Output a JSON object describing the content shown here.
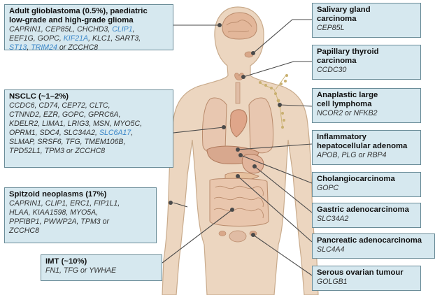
{
  "colors": {
    "body_fill": "#ecd6c0",
    "body_stroke": "#c9ab8c",
    "box_fill": "#d6e8ef",
    "box_border": "#6a8c98",
    "leader_line": "#4a4a4a",
    "highlight_gene": "#3a86c8",
    "lymph": "#c9b070"
  },
  "callouts": {
    "glioma": {
      "title_line1": "Adult glioblastoma (0.5%), paediatric",
      "title_line2": "low-grade and high-grade glioma",
      "genes": [
        {
          "text": "CAPRIN1, CEP85L, CHCHD3, ",
          "hl": false
        },
        {
          "text": "CLIP1",
          "hl": true
        },
        {
          "text": ",",
          "hl": false
        },
        {
          "br": true
        },
        {
          "text": "EEF1G, GOPC, ",
          "hl": false
        },
        {
          "text": "KIF21A",
          "hl": true
        },
        {
          "text": ", KLC1, SART3,",
          "hl": false
        },
        {
          "br": true
        },
        {
          "text": "ST13",
          "hl": true
        },
        {
          "text": ", ",
          "hl": false
        },
        {
          "text": "TRIM24",
          "hl": true
        },
        {
          "text": " or ZCCHC8",
          "hl": false
        }
      ]
    },
    "nsclc": {
      "title": "NSCLC (~1–2%)",
      "genes": [
        {
          "text": "CCDC6, CD74, CEP72, CLTC,",
          "hl": false
        },
        {
          "br": true
        },
        {
          "text": "CTNND2, EZR, GOPC, GPRC6A,",
          "hl": false
        },
        {
          "br": true
        },
        {
          "text": "KDELR2, LIMA1, LRIG3, MSN, MYO5C,",
          "hl": false
        },
        {
          "br": true
        },
        {
          "text": "OPRM1, SDC4, SLC34A2, ",
          "hl": false
        },
        {
          "text": "SLC6A17",
          "hl": true
        },
        {
          "text": ",",
          "hl": false
        },
        {
          "br": true
        },
        {
          "text": "SLMAP, SRSF6, TFG, TMEM106B,",
          "hl": false
        },
        {
          "br": true
        },
        {
          "text": "TPD52L1, TPM3 or ZCCHC8",
          "hl": false
        }
      ]
    },
    "spitzoid": {
      "title": "Spitzoid neoplasms (17%)",
      "genes": [
        {
          "text": "CAPRIN1, CLIP1, ERC1, FIP1L1,",
          "hl": false
        },
        {
          "br": true
        },
        {
          "text": "HLAA, KIAA1598, MYO5A,",
          "hl": false
        },
        {
          "br": true
        },
        {
          "text": "PPFIBP1, PWWP2A, TPM3 or",
          "hl": false
        },
        {
          "br": true
        },
        {
          "text": "ZCCHC8",
          "hl": false
        }
      ]
    },
    "imt": {
      "title": "IMT (~10%)",
      "genes": [
        {
          "text": "FN1, TFG or YWHAE",
          "hl": false
        }
      ]
    },
    "salivary": {
      "title_line1": "Salivary gland",
      "title_line2": "carcinoma",
      "genes": [
        {
          "text": "CEP85L",
          "hl": false
        }
      ]
    },
    "thyroid": {
      "title_line1": "Papillary thyroid",
      "title_line2": "carcinoma",
      "genes": [
        {
          "text": "CCDC30",
          "hl": false
        }
      ]
    },
    "lymphoma": {
      "title_line1": "Anaplastic large",
      "title_line2": "cell lymphoma",
      "genes": [
        {
          "text": "NCOR2 or NFKB2",
          "hl": false
        }
      ]
    },
    "hepato": {
      "title_line1": "Inflammatory",
      "title_line2": "hepatocellular adenoma",
      "genes": [
        {
          "text": "APOB, PLG or RBP4",
          "hl": false
        }
      ]
    },
    "cholangio": {
      "title": "Cholangiocarcinoma",
      "genes": [
        {
          "text": "GOPC",
          "hl": false
        }
      ]
    },
    "gastric": {
      "title": "Gastric adenocarcinoma",
      "genes": [
        {
          "text": "SLC34A2",
          "hl": false
        }
      ]
    },
    "pancreatic": {
      "title": "Pancreatic adenocarcinoma",
      "genes": [
        {
          "text": "SLC4A4",
          "hl": false
        }
      ]
    },
    "ovarian": {
      "title": "Serous ovarian tumour",
      "genes": [
        {
          "text": "GOLGB1",
          "hl": false
        }
      ]
    }
  }
}
